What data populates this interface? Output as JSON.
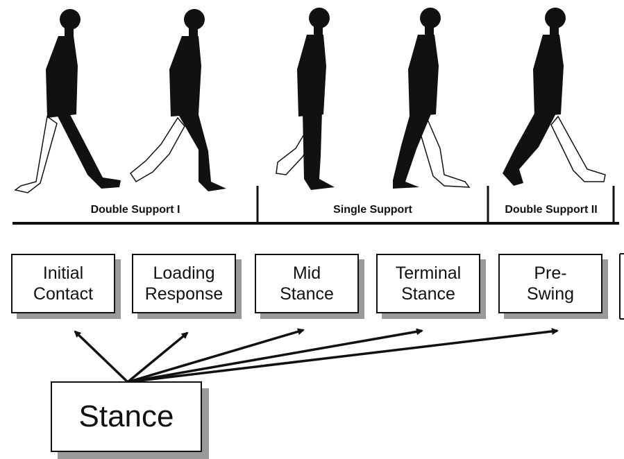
{
  "supports": [
    {
      "label": "Double Support I"
    },
    {
      "label": "Single Support"
    },
    {
      "label": "Double Support II"
    }
  ],
  "phases": [
    {
      "line1": "Initial",
      "line2": "Contact"
    },
    {
      "line1": "Loading",
      "line2": "Response"
    },
    {
      "line1": "Mid",
      "line2": "Stance"
    },
    {
      "line1": "Terminal",
      "line2": "Stance"
    },
    {
      "line1": "Pre-",
      "line2": "Swing"
    }
  ],
  "stance_label": "Stance",
  "colors": {
    "ink": "#111111",
    "shadow": "#9a9a9a",
    "background": "#ffffff"
  }
}
